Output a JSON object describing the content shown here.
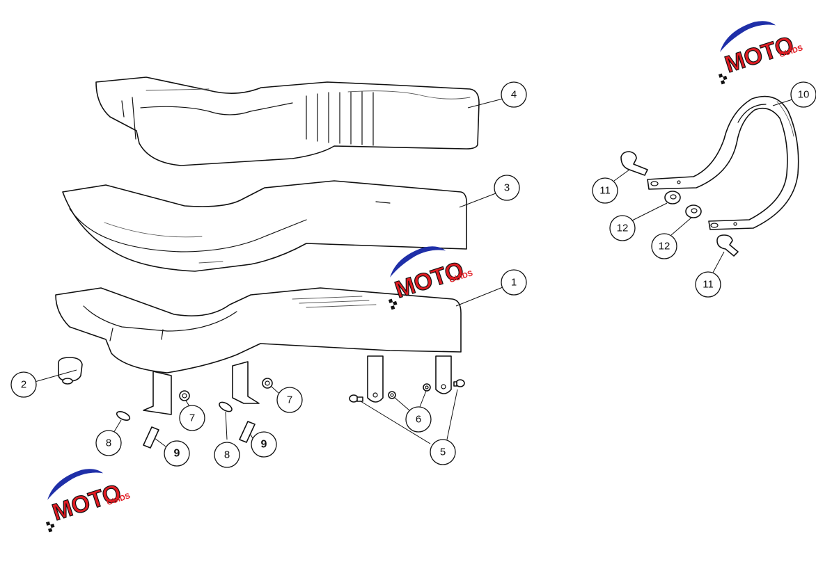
{
  "callouts": [
    {
      "id": "c1",
      "label": "1"
    },
    {
      "id": "c2",
      "label": "2"
    },
    {
      "id": "c3",
      "label": "3"
    },
    {
      "id": "c4",
      "label": "4"
    },
    {
      "id": "c5",
      "label": "5"
    },
    {
      "id": "c6",
      "label": "6"
    },
    {
      "id": "c7a",
      "label": "7"
    },
    {
      "id": "c7b",
      "label": "7"
    },
    {
      "id": "c8a",
      "label": "8"
    },
    {
      "id": "c8b",
      "label": "8"
    },
    {
      "id": "c9a",
      "label": "9"
    },
    {
      "id": "c9b",
      "label": "9"
    },
    {
      "id": "c10",
      "label": "10"
    },
    {
      "id": "c11a",
      "label": "11"
    },
    {
      "id": "c11b",
      "label": "11"
    },
    {
      "id": "c12a",
      "label": "12"
    },
    {
      "id": "c12b",
      "label": "12"
    }
  ],
  "watermark": {
    "brand": "MOTO",
    "sub": "GUIDS",
    "colors": {
      "red": "#e11b22",
      "blue": "#1f2fa8",
      "black": "#111111"
    }
  }
}
